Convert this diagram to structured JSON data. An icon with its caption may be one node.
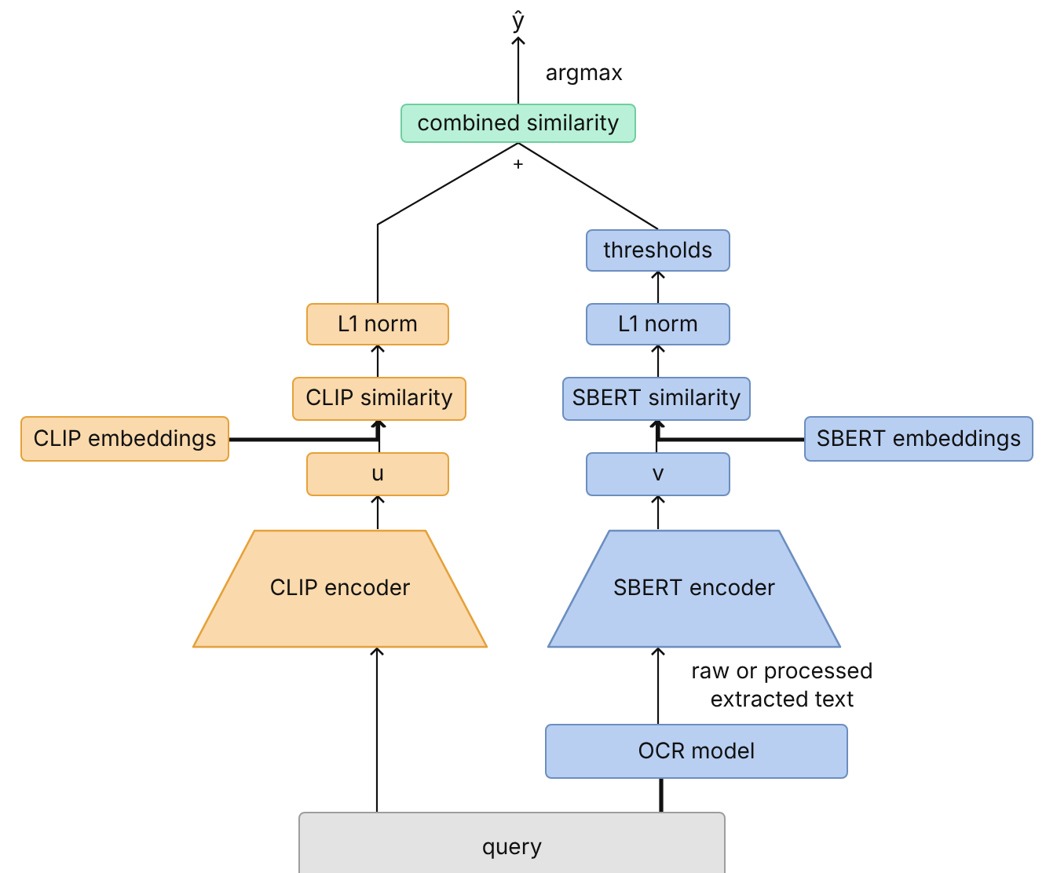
{
  "diagram": {
    "nodes": [
      {
        "text": [
          "ŷ"
        ]
      },
      {
        "text": [
          "combined similarity"
        ]
      },
      {
        "text": [
          "thresholds"
        ]
      },
      {
        "text": [
          "L1 norm"
        ]
      },
      {
        "text": [
          "L1 norm"
        ]
      },
      {
        "text": [
          "CLIP similarity"
        ]
      },
      {
        "text": [
          "SBERT similarity"
        ]
      },
      {
        "text": [
          "CLIP embeddings"
        ]
      },
      {
        "text": [
          "SBERT embeddings"
        ]
      },
      {
        "text": [
          "u"
        ]
      },
      {
        "text": [
          "v"
        ]
      },
      {
        "text": [
          "CLIP encoder"
        ]
      },
      {
        "text": [
          "SBERT encoder"
        ]
      },
      {
        "text": [
          "OCR model"
        ]
      },
      {
        "text": [
          "query"
        ]
      }
    ],
    "edges": [
      {
        "from": 1,
        "to": 0,
        "arrow": "to",
        "label": "argmax"
      },
      {
        "from": 3,
        "to": 1,
        "arrow": "none"
      },
      {
        "from": 2,
        "to": 1,
        "arrow": "none"
      },
      {
        "from": 5,
        "to": 3,
        "arrow": "to"
      },
      {
        "from": 4,
        "to": 2,
        "arrow": "to"
      },
      {
        "from": 6,
        "to": 4,
        "arrow": "to"
      },
      {
        "from": 9,
        "to": 5,
        "arrow": "to"
      },
      {
        "from": 7,
        "to": 5,
        "arrow": "to",
        "style": "thick"
      },
      {
        "from": 10,
        "to": 6,
        "arrow": "to"
      },
      {
        "from": 8,
        "to": 6,
        "arrow": "to",
        "style": "thick"
      },
      {
        "from": 11,
        "to": 9,
        "arrow": "to"
      },
      {
        "from": 12,
        "to": 10,
        "arrow": "to"
      },
      {
        "from": 13,
        "to": 12,
        "arrow": "to",
        "label": "raw or processed extracted text"
      },
      {
        "from": 14,
        "to": 11,
        "arrow": "to"
      },
      {
        "from": 14,
        "to": 13,
        "arrow": "none",
        "style": "thick"
      }
    ],
    "labels": [
      "+"
    ]
  }
}
